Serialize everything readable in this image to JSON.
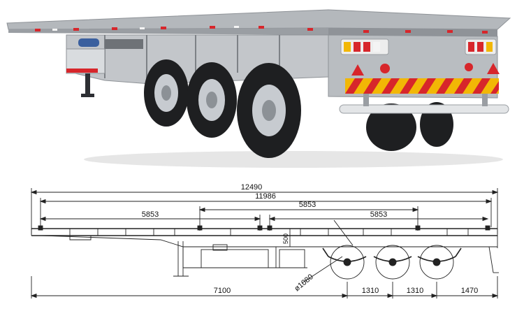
{
  "drawing": {
    "overall_length": "12490",
    "deck_length": "11986",
    "container_lock_spacing_1": "5853",
    "container_lock_spacing_2": "5853",
    "container_lock_spacing_3": "5853",
    "kingpin_to_first_axle": "7100",
    "axle_spacing_1": "1310",
    "axle_spacing_2": "1310",
    "rear_overhang": "1470",
    "wheel_diameter": "ø1080",
    "side_rail_height": "500"
  },
  "colors": {
    "deck": "#a9adb1",
    "chassis": "#c9ccd0",
    "tire": "#1e1f21",
    "rim": "#c7cbd0",
    "reflector_red": "#d7262b",
    "reflector_yellow": "#f2b705",
    "line": "#222222"
  }
}
